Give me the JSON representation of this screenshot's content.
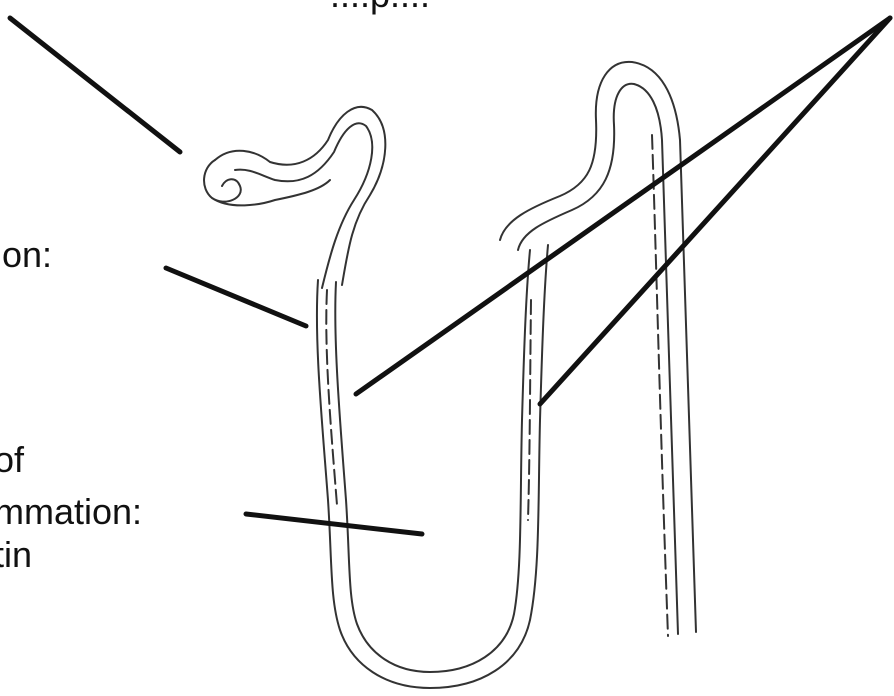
{
  "labels": {
    "top_fragment": "....p....",
    "middle_fragment": "ion:",
    "bottom_line_1": "of",
    "bottom_line_2": "mmation:",
    "bottom_line_3": "tin"
  },
  "colors": {
    "outline": "#333333",
    "pointer": "#111111",
    "background": "#ffffff"
  }
}
